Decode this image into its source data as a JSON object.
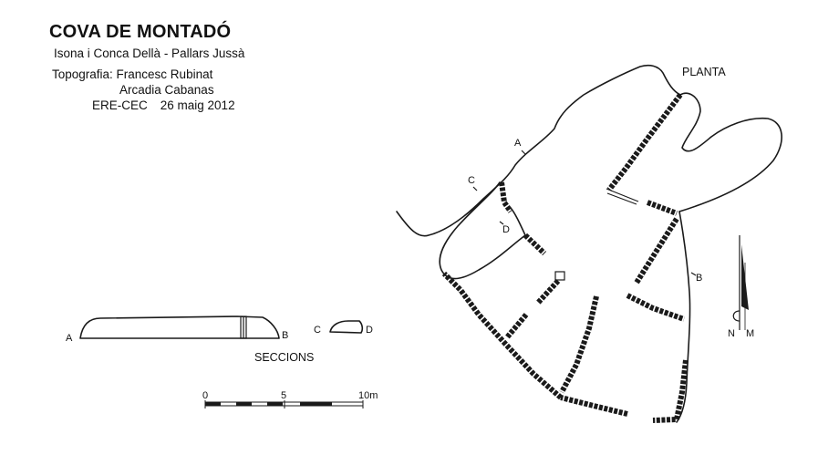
{
  "title": "COVA DE MONTADÓ",
  "subtitle": "Isona i Conca Dellà - Pallars Jussà",
  "credits": {
    "line1": "Topografia: Francesc Rubinat",
    "line2": "Arcadia Cabanas",
    "line3_org": "ERE-CEC",
    "line3_date": "26 maig 2012"
  },
  "plan_label": "PLANTA",
  "section_label": "SECCIONS",
  "section_markers": {
    "a": "A",
    "b": "B",
    "c": "C",
    "d": "D"
  },
  "north": {
    "n": "N",
    "m": "M"
  },
  "scale": {
    "ticks": [
      "0",
      "5",
      "10m"
    ]
  }
}
